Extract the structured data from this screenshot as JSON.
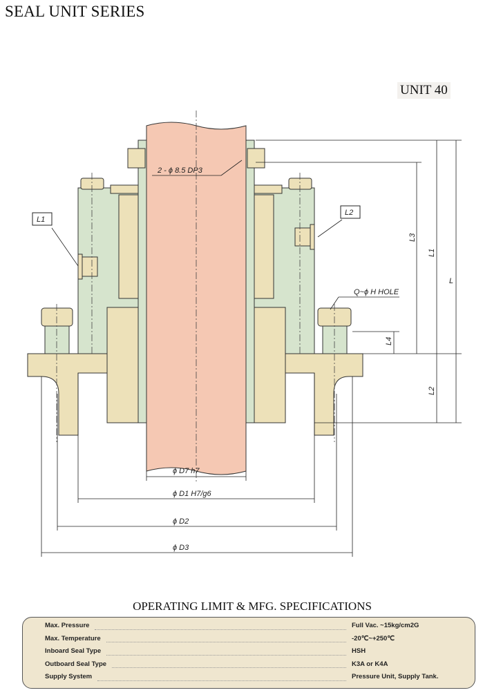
{
  "header": {
    "title": "SEAL UNIT SERIES",
    "unit": "UNIT 40"
  },
  "drawing": {
    "callout_tap": "2 - ϕ 8.5 DP3",
    "callout_hole": "Q~ϕ H HOLE",
    "port_labels": [
      "L1",
      "L2"
    ],
    "dimensions": {
      "d7": "ϕ D7 h7",
      "d1": "ϕ D1 H7/g6",
      "d2": "ϕ D2",
      "d3": "ϕ D3",
      "l": "L",
      "l1": "L1",
      "l2": "L2",
      "l3": "L3",
      "l4": "L4"
    },
    "colors": {
      "shaft": "#f5c8b3",
      "housing": "#d6e4cd",
      "parts": "#ede1b9"
    }
  },
  "specs": {
    "heading": "OPERATING LIMIT & MFG. SPECIFICATIONS",
    "rows": [
      {
        "label": "Max. Pressure",
        "value": "Full Vac. ~15kg/cm2G"
      },
      {
        "label": "Max. Temperature",
        "value": "-20℃~+250℃"
      },
      {
        "label": "Inboard Seal Type",
        "value": "HSH"
      },
      {
        "label": "Outboard Seal Type",
        "value": "K3A or K4A"
      },
      {
        "label": "Supply System",
        "value": "Pressure Unit, Supply Tank."
      }
    ]
  }
}
